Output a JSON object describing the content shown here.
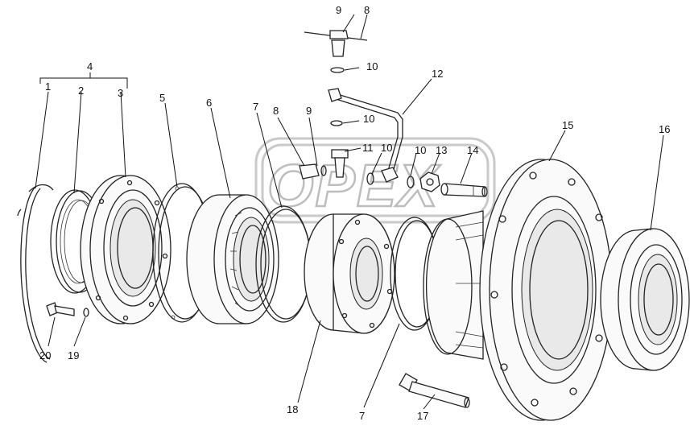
{
  "diagram": {
    "watermark": "OPEX",
    "callouts": {
      "c1": "1",
      "c2": "2",
      "c3": "3",
      "c4": "4",
      "c5": "5",
      "c6": "6",
      "c7a": "7",
      "c7b": "7",
      "c8a": "8",
      "c8b": "8",
      "c9a": "9",
      "c9b": "9",
      "c10a": "10",
      "c10b": "10",
      "c10c": "10",
      "c10d": "10",
      "c11": "11",
      "c12": "12",
      "c13": "13",
      "c14": "14",
      "c15": "15",
      "c16": "16",
      "c17": "17",
      "c18": "18",
      "c19": "19",
      "c20": "20"
    }
  }
}
